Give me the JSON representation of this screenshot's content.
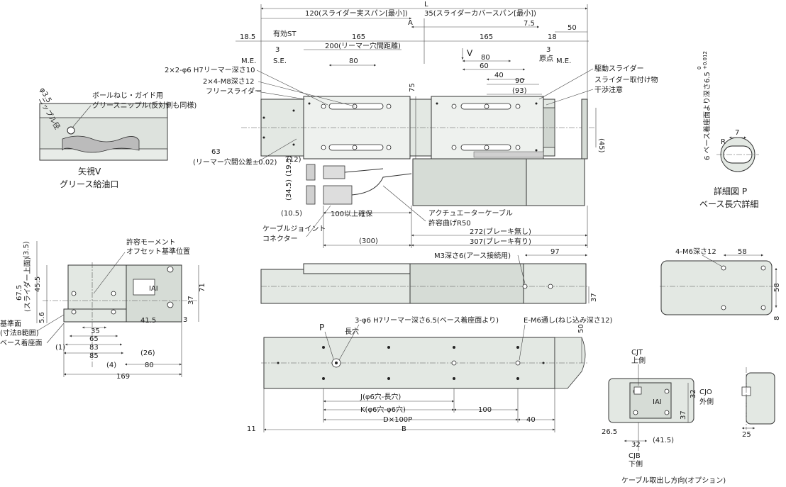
{
  "top_view": {
    "L": "L",
    "stroke_span": "120(スライダー実スパン[最小])",
    "A": "A",
    "cover_span": "35(スライダーカバースパン[最小])",
    "d_7_5": "7.5",
    "d_18_5": "18.5",
    "effective_st": "有効ST",
    "d_165a": "165",
    "d_165b": "165",
    "d_18": "18",
    "d_50": "50",
    "me_left": "M.E.",
    "me_right": "M.E.",
    "d_3a": "3",
    "d_3b": "3",
    "se": "S.E.",
    "reamer_span": "200(リーマー穴間距離)",
    "view_v": "V",
    "origin": "原点",
    "d_80a": "80",
    "d_80b": "80",
    "d_60": "60",
    "d_40": "40",
    "d_90": "90",
    "d_93": "(93)",
    "d_75": "75",
    "d_45": "(45)",
    "reamer_holes": "2×2-φ6 H7リーマー深さ10",
    "m8_holes": "2×4-M8深さ12",
    "free_slider": "フリースライダー",
    "drive_slider": "駆動スライダー",
    "interference1": "スライダー取付け物",
    "interference2": "干渉注意",
    "d_63": "63",
    "tolerance": "(リーマー穴間公差±0.02)",
    "d_12": "(12)",
    "d_19_5": "(19.5)",
    "d_34_5": "(34.5)",
    "d_10_5": "(10.5)",
    "secure100": "100以上確保",
    "cable1": "アクチュエーターケーブル",
    "cable2": "許容曲げR50",
    "joint1": "ケーブルジョイント",
    "joint2": "コネクター",
    "d_300": "(300)",
    "d_272": "272(ブレーキ無し)",
    "d_307": "307(ブレーキ有り)"
  },
  "view_v": {
    "phi": "φ3.5",
    "nipple_dia": "ニップル径",
    "grease1": "ボールねじ・ガイド用",
    "grease2": "グリースニップル(反対側も同様)",
    "caption1": "矢視V",
    "caption2": "グリース給油口"
  },
  "detail_p": {
    "tol_top": "+0.012",
    "tol_bottom": "0",
    "depth_note": "6 ベース着座面より深さ6.5",
    "d_7": "7",
    "r_label": "R",
    "caption1": "詳細図 P",
    "caption2": "ベース長穴詳細"
  },
  "end_view": {
    "moment1": "許容モーメント",
    "moment2": "オフセット基準位置",
    "d_3_5": "(3.5)",
    "d_67_5": "67.5",
    "slider_top": "(スライダー上面)",
    "d_45_5": "45.5",
    "d_37": "37",
    "d_71": "71",
    "d_5_6": "5.6",
    "d_3": "3",
    "ref1": "基準面",
    "ref2": "(寸法B範囲)",
    "base_seat": "ベース着座面",
    "d_41_5": "41.5",
    "d_35": "35",
    "d_65": "65",
    "d_83": "83",
    "d_85": "85",
    "d_1": "(1)",
    "d_26": "(26)",
    "d_4": "(4)",
    "d_80": "80",
    "d_169": "169",
    "logo": "IAI"
  },
  "side_view": {
    "m3": "M3深さ6(アース接続用)",
    "d_97": "97",
    "d_37": "37"
  },
  "bottom_view": {
    "p_label": "P",
    "reamer": "3-φ6 H7リーマー深さ6.5(ベース着座面より)",
    "em6": "E-M6通し(ねじ込み深さ12)",
    "slot": "長穴",
    "d_50": "50",
    "j": "J(φ6穴-長穴)",
    "k": "K(φ6穴-φ6穴)",
    "d_100": "100",
    "dp": "D×100P",
    "d_40": "40",
    "b": "B",
    "d_11": "11"
  },
  "rear_view": {
    "m6": "4-M6深さ12",
    "d_58a": "58",
    "d_58b": "58",
    "d_8": "8"
  },
  "cable_option": {
    "cjt1": "CJT",
    "cjt2": "上側",
    "cjo1": "CJO",
    "cjo2": "外側",
    "cjb1": "CJB",
    "cjb2": "下側",
    "d_32a": "32",
    "d_37": "37",
    "d_26_5": "26.5",
    "d_32b": "32",
    "d_41_5": "(41.5)",
    "d_25": "25",
    "caption": "ケーブル取出し方向(オプション)",
    "logo": "IAI"
  }
}
